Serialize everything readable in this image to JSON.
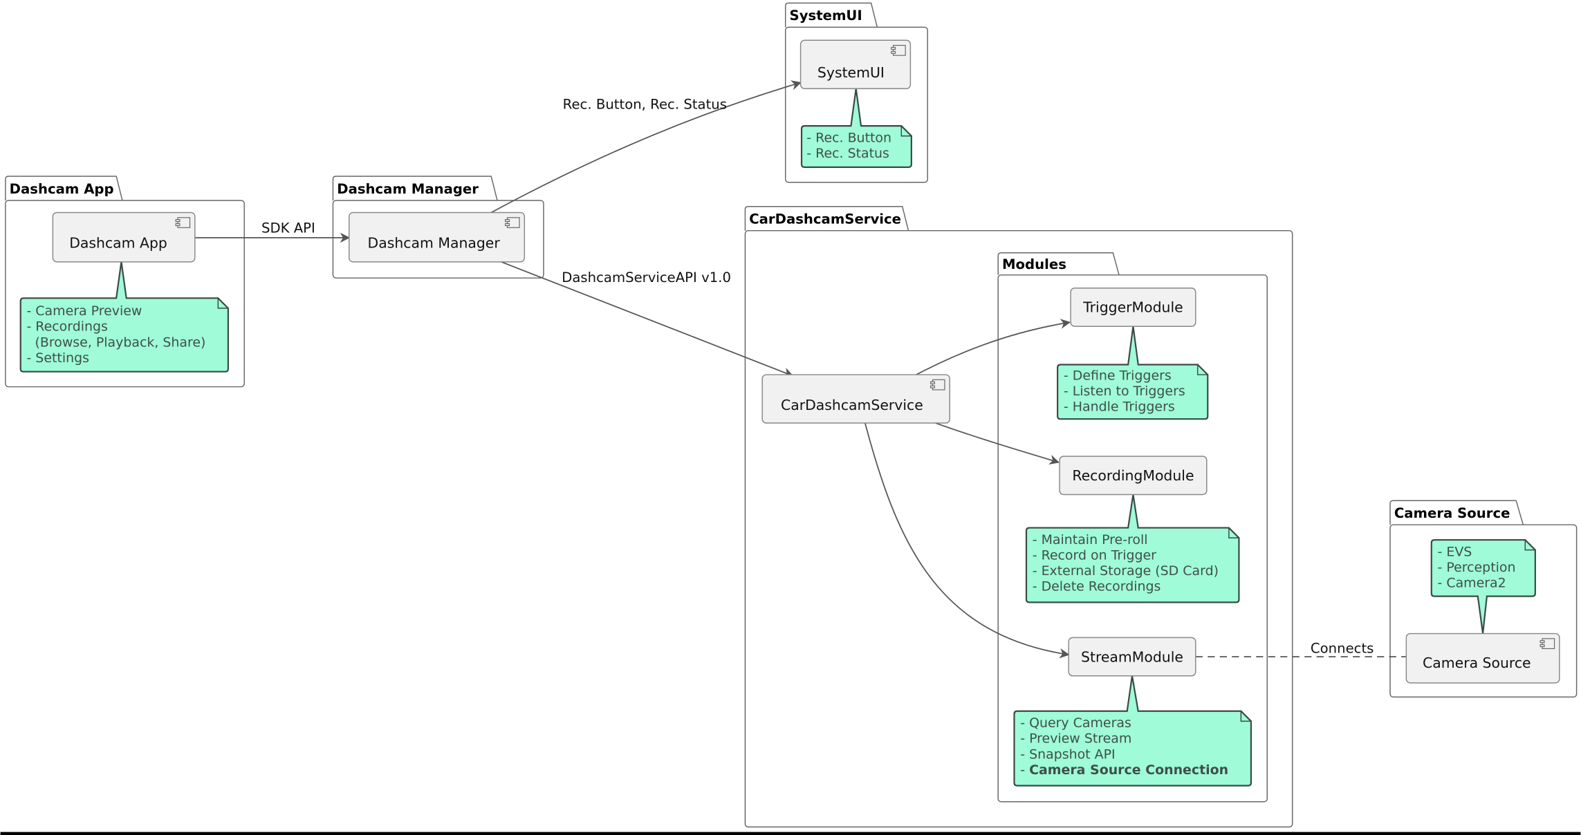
{
  "packages": {
    "dashcam_app": "Dashcam App",
    "dashcam_manager": "Dashcam Manager",
    "systemui": "SystemUI",
    "car_dashcam_service": "CarDashcamService",
    "modules": "Modules",
    "camera_source": "Camera Source"
  },
  "components": {
    "dashcam_app": "Dashcam App",
    "dashcam_manager": "Dashcam Manager",
    "systemui": "SystemUI",
    "car_dashcam_service": "CarDashcamService",
    "trigger_module": "TriggerModule",
    "recording_module": "RecordingModule",
    "stream_module": "StreamModule",
    "camera_source": "Camera Source"
  },
  "notes": {
    "dashcam_app": [
      "- Camera Preview",
      "- Recordings",
      "  (Browse, Playback, Share)",
      "- Settings"
    ],
    "systemui": [
      "- Rec. Button",
      "- Rec. Status"
    ],
    "trigger_module": [
      "- Define Triggers",
      "- Listen to Triggers",
      "- Handle Triggers"
    ],
    "recording_module": [
      "- Maintain Pre-roll",
      "- Record on Trigger",
      "- External Storage (SD Card)",
      "- Delete Recordings"
    ],
    "stream_module": [
      "- Query Cameras",
      "- Preview Stream",
      "- Snapshot API",
      "- "
    ],
    "stream_module_bold": "Camera Source Connection",
    "camera_source": [
      "- EVS",
      "- Perception",
      "- Camera2"
    ]
  },
  "edges": {
    "sdk_api": "SDK API",
    "rec_button_status": "Rec. Button, Rec. Status",
    "service_api": "DashcamServiceAPI v1.0",
    "connects": "Connects"
  },
  "colors": {
    "note_fill": "#9ffbd8",
    "component_fill": "#f1f1f1"
  }
}
